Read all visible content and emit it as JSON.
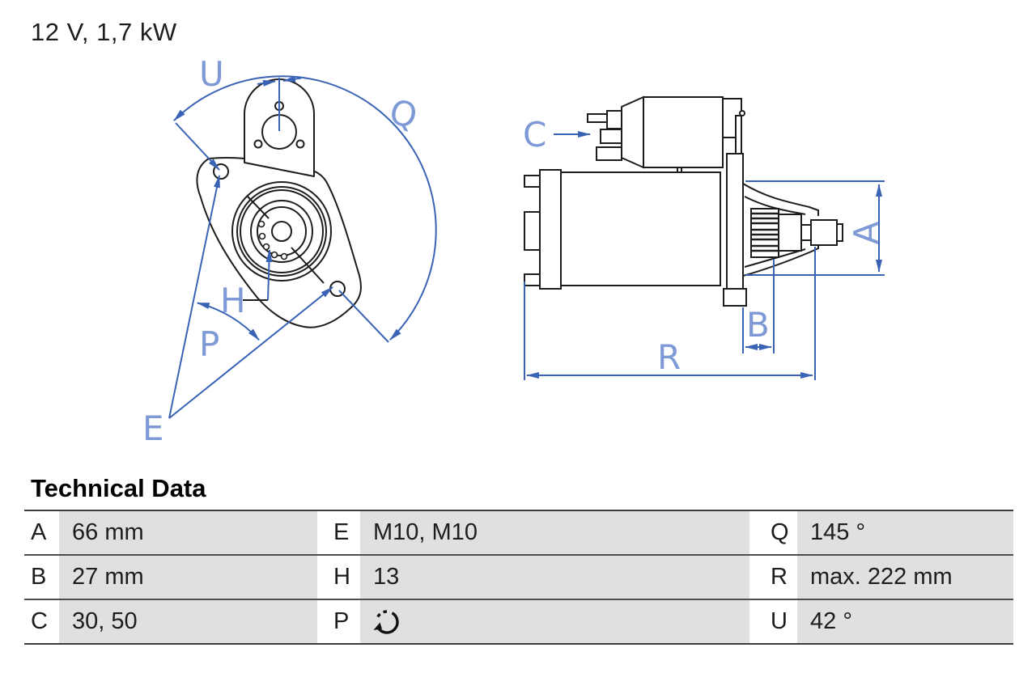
{
  "title": "12 V, 1,7 kW",
  "drawing": {
    "labels": {
      "u": "U",
      "q": "Q",
      "h": "H",
      "p": "P",
      "e": "E",
      "c": "C",
      "a": "A",
      "b": "B",
      "r": "R"
    }
  },
  "technical_data": {
    "heading": "Technical Data",
    "rows": [
      {
        "cells": [
          {
            "key": "A",
            "value": "66 mm"
          },
          {
            "key": "E",
            "value": "M10, M10"
          },
          {
            "key": "Q",
            "value": "145 °"
          }
        ]
      },
      {
        "cells": [
          {
            "key": "B",
            "value": "27 mm"
          },
          {
            "key": "H",
            "value": "13"
          },
          {
            "key": "R",
            "value": "max. 222 mm"
          }
        ]
      },
      {
        "cells": [
          {
            "key": "C",
            "value": "30, 50"
          },
          {
            "key": "P",
            "value": "",
            "icon": "rotation-counterclockwise-icon"
          },
          {
            "key": "U",
            "value": "42 °"
          }
        ]
      }
    ]
  },
  "colors": {
    "line_black": "#1d1d1b",
    "dimension_blue": "#3a63b5",
    "label_blue": "#7e9ad6",
    "cell_gray": "#e0e0e0"
  }
}
